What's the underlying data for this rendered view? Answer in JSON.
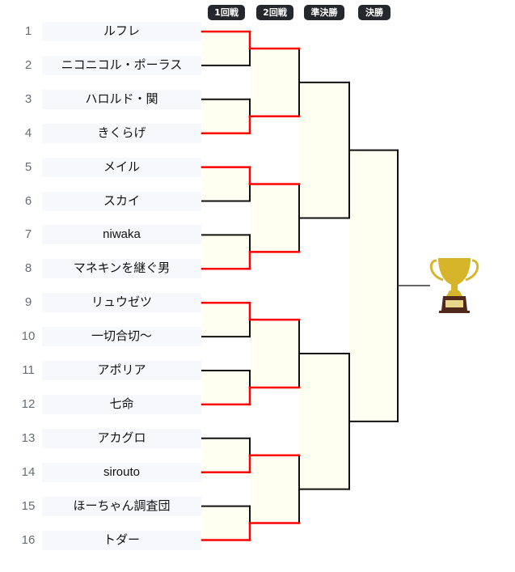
{
  "rounds": [
    "1回戦",
    "2回戦",
    "準決勝",
    "決勝"
  ],
  "players": [
    {
      "seed": "1",
      "name": "ルフレ"
    },
    {
      "seed": "2",
      "name": "ニコニコル・ポーラス"
    },
    {
      "seed": "3",
      "name": "ハロルド・関"
    },
    {
      "seed": "4",
      "name": "きくらげ"
    },
    {
      "seed": "5",
      "name": "メイル"
    },
    {
      "seed": "6",
      "name": "スカイ"
    },
    {
      "seed": "7",
      "name": "niwaka"
    },
    {
      "seed": "8",
      "name": "マネキンを継ぐ男"
    },
    {
      "seed": "9",
      "name": "リュウゼツ"
    },
    {
      "seed": "10",
      "name": "一切合切〜"
    },
    {
      "seed": "11",
      "name": "アポリア"
    },
    {
      "seed": "12",
      "name": "七命"
    },
    {
      "seed": "13",
      "name": "アカグロ"
    },
    {
      "seed": "14",
      "name": "sirouto"
    },
    {
      "seed": "15",
      "name": "ほーちゃん調査団"
    },
    {
      "seed": "16",
      "name": "トダー"
    }
  ],
  "round1_winners": [
    1,
    4,
    5,
    8,
    9,
    12,
    14,
    16
  ],
  "colors": {
    "win": "#ff0000",
    "line": "#111111",
    "box": "#fefff0",
    "header_bg": "#24272b"
  },
  "trophy_icon": "trophy-icon"
}
